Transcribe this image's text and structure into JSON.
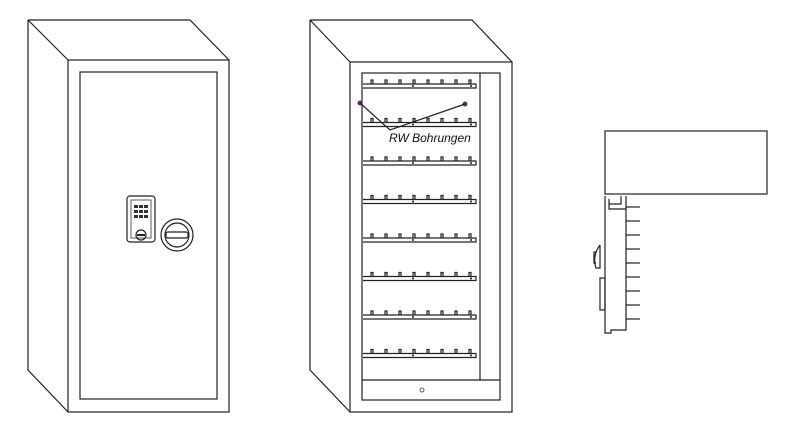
{
  "annotation": {
    "label": "RW Bohrungen",
    "marker_color": "#6a2a6a"
  },
  "shelves": {
    "count": 8,
    "hooks_per_shelf": 8
  }
}
